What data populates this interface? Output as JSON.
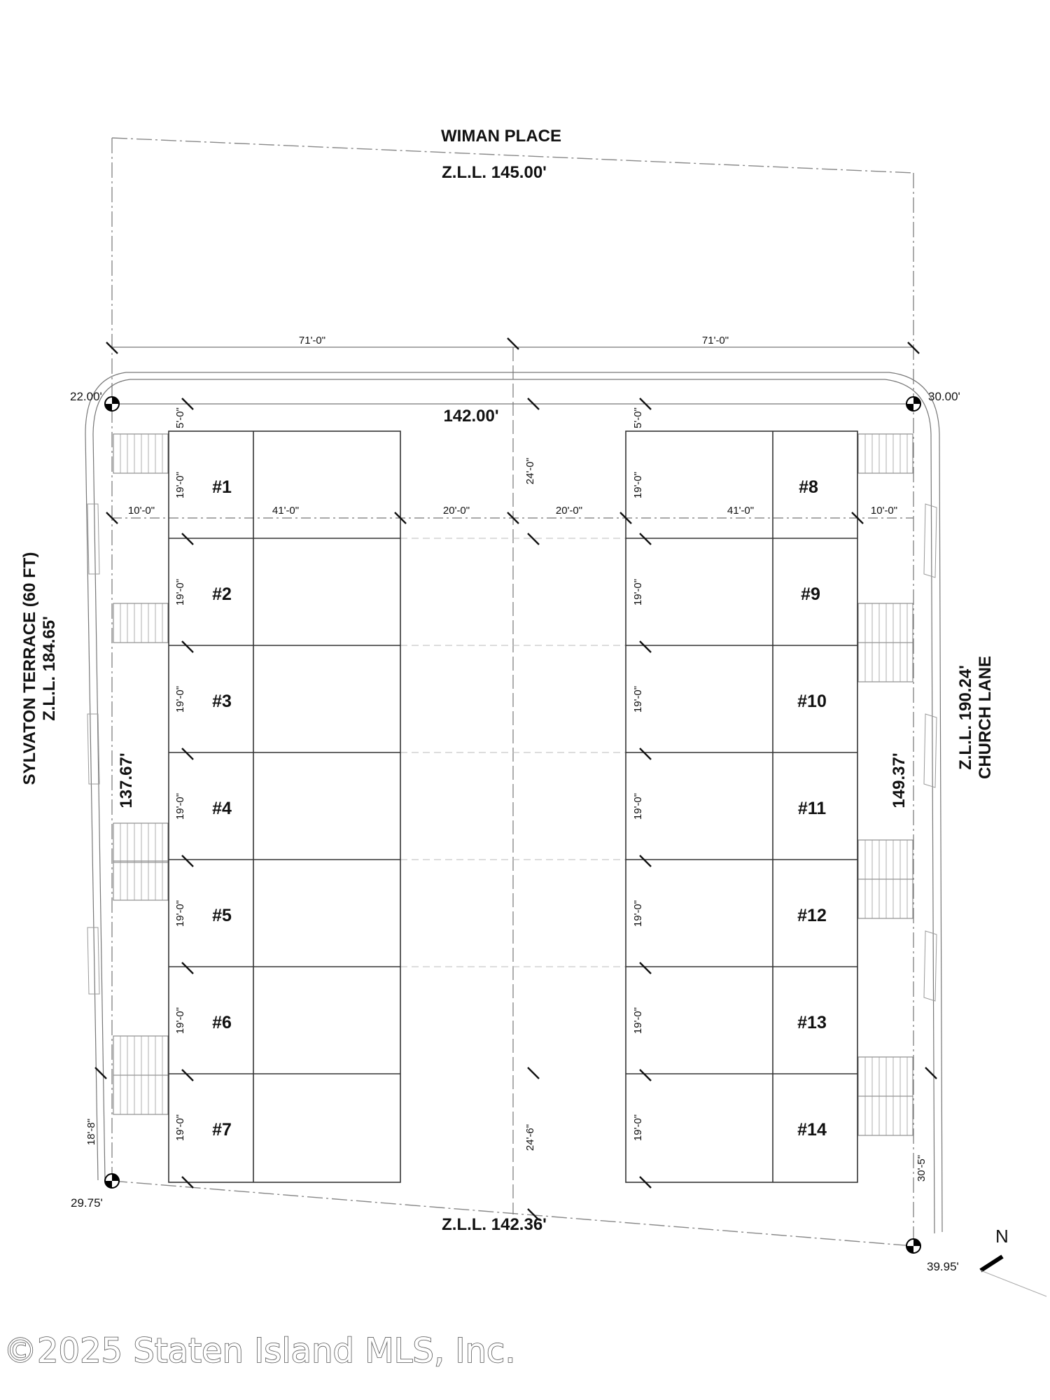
{
  "streets": {
    "north_name": "WIMAN PLACE",
    "north_zll": "Z.L.L. 145.00'",
    "south_zll": "Z.L.L. 142.36'",
    "west_name": "SYLVATON TERRACE (60 FT)",
    "west_zll": "Z.L.L. 184.65'",
    "east_zll": "Z.L.L. 190.24'",
    "east_name": "CHURCH LANE"
  },
  "lot": {
    "width": "142.00'",
    "west_depth": "137.67'",
    "east_depth": "149.37'"
  },
  "corners": {
    "nw": "22.00'",
    "ne": "30.00'",
    "sw": "29.75'",
    "se": "39.95'"
  },
  "dimensions": {
    "half_width_left": "71'-0\"",
    "half_width_right": "71'-0\"",
    "west_setback": "10'-0\"",
    "west_building_depth": "41'-0\"",
    "west_yard": "20'-0\"",
    "east_yard": "20'-0\"",
    "east_building_depth": "41'-0\"",
    "east_setback": "10'-0\"",
    "front_yard_west": "5'-0\"",
    "front_yard_east": "5'-0\"",
    "north_yard": "24'-0\"",
    "south_yard": "24'-6\"",
    "sw_side": "18'-8\"",
    "se_side": "30'-5\"",
    "unit_width": "19'-0\""
  },
  "units_west": [
    "#1",
    "#2",
    "#3",
    "#4",
    "#5",
    "#6",
    "#7"
  ],
  "units_east": [
    "#8",
    "#9",
    "#10",
    "#11",
    "#12",
    "#13",
    "#14"
  ],
  "north_arrow": "N",
  "watermark": "©2025 Staten Island MLS, Inc."
}
